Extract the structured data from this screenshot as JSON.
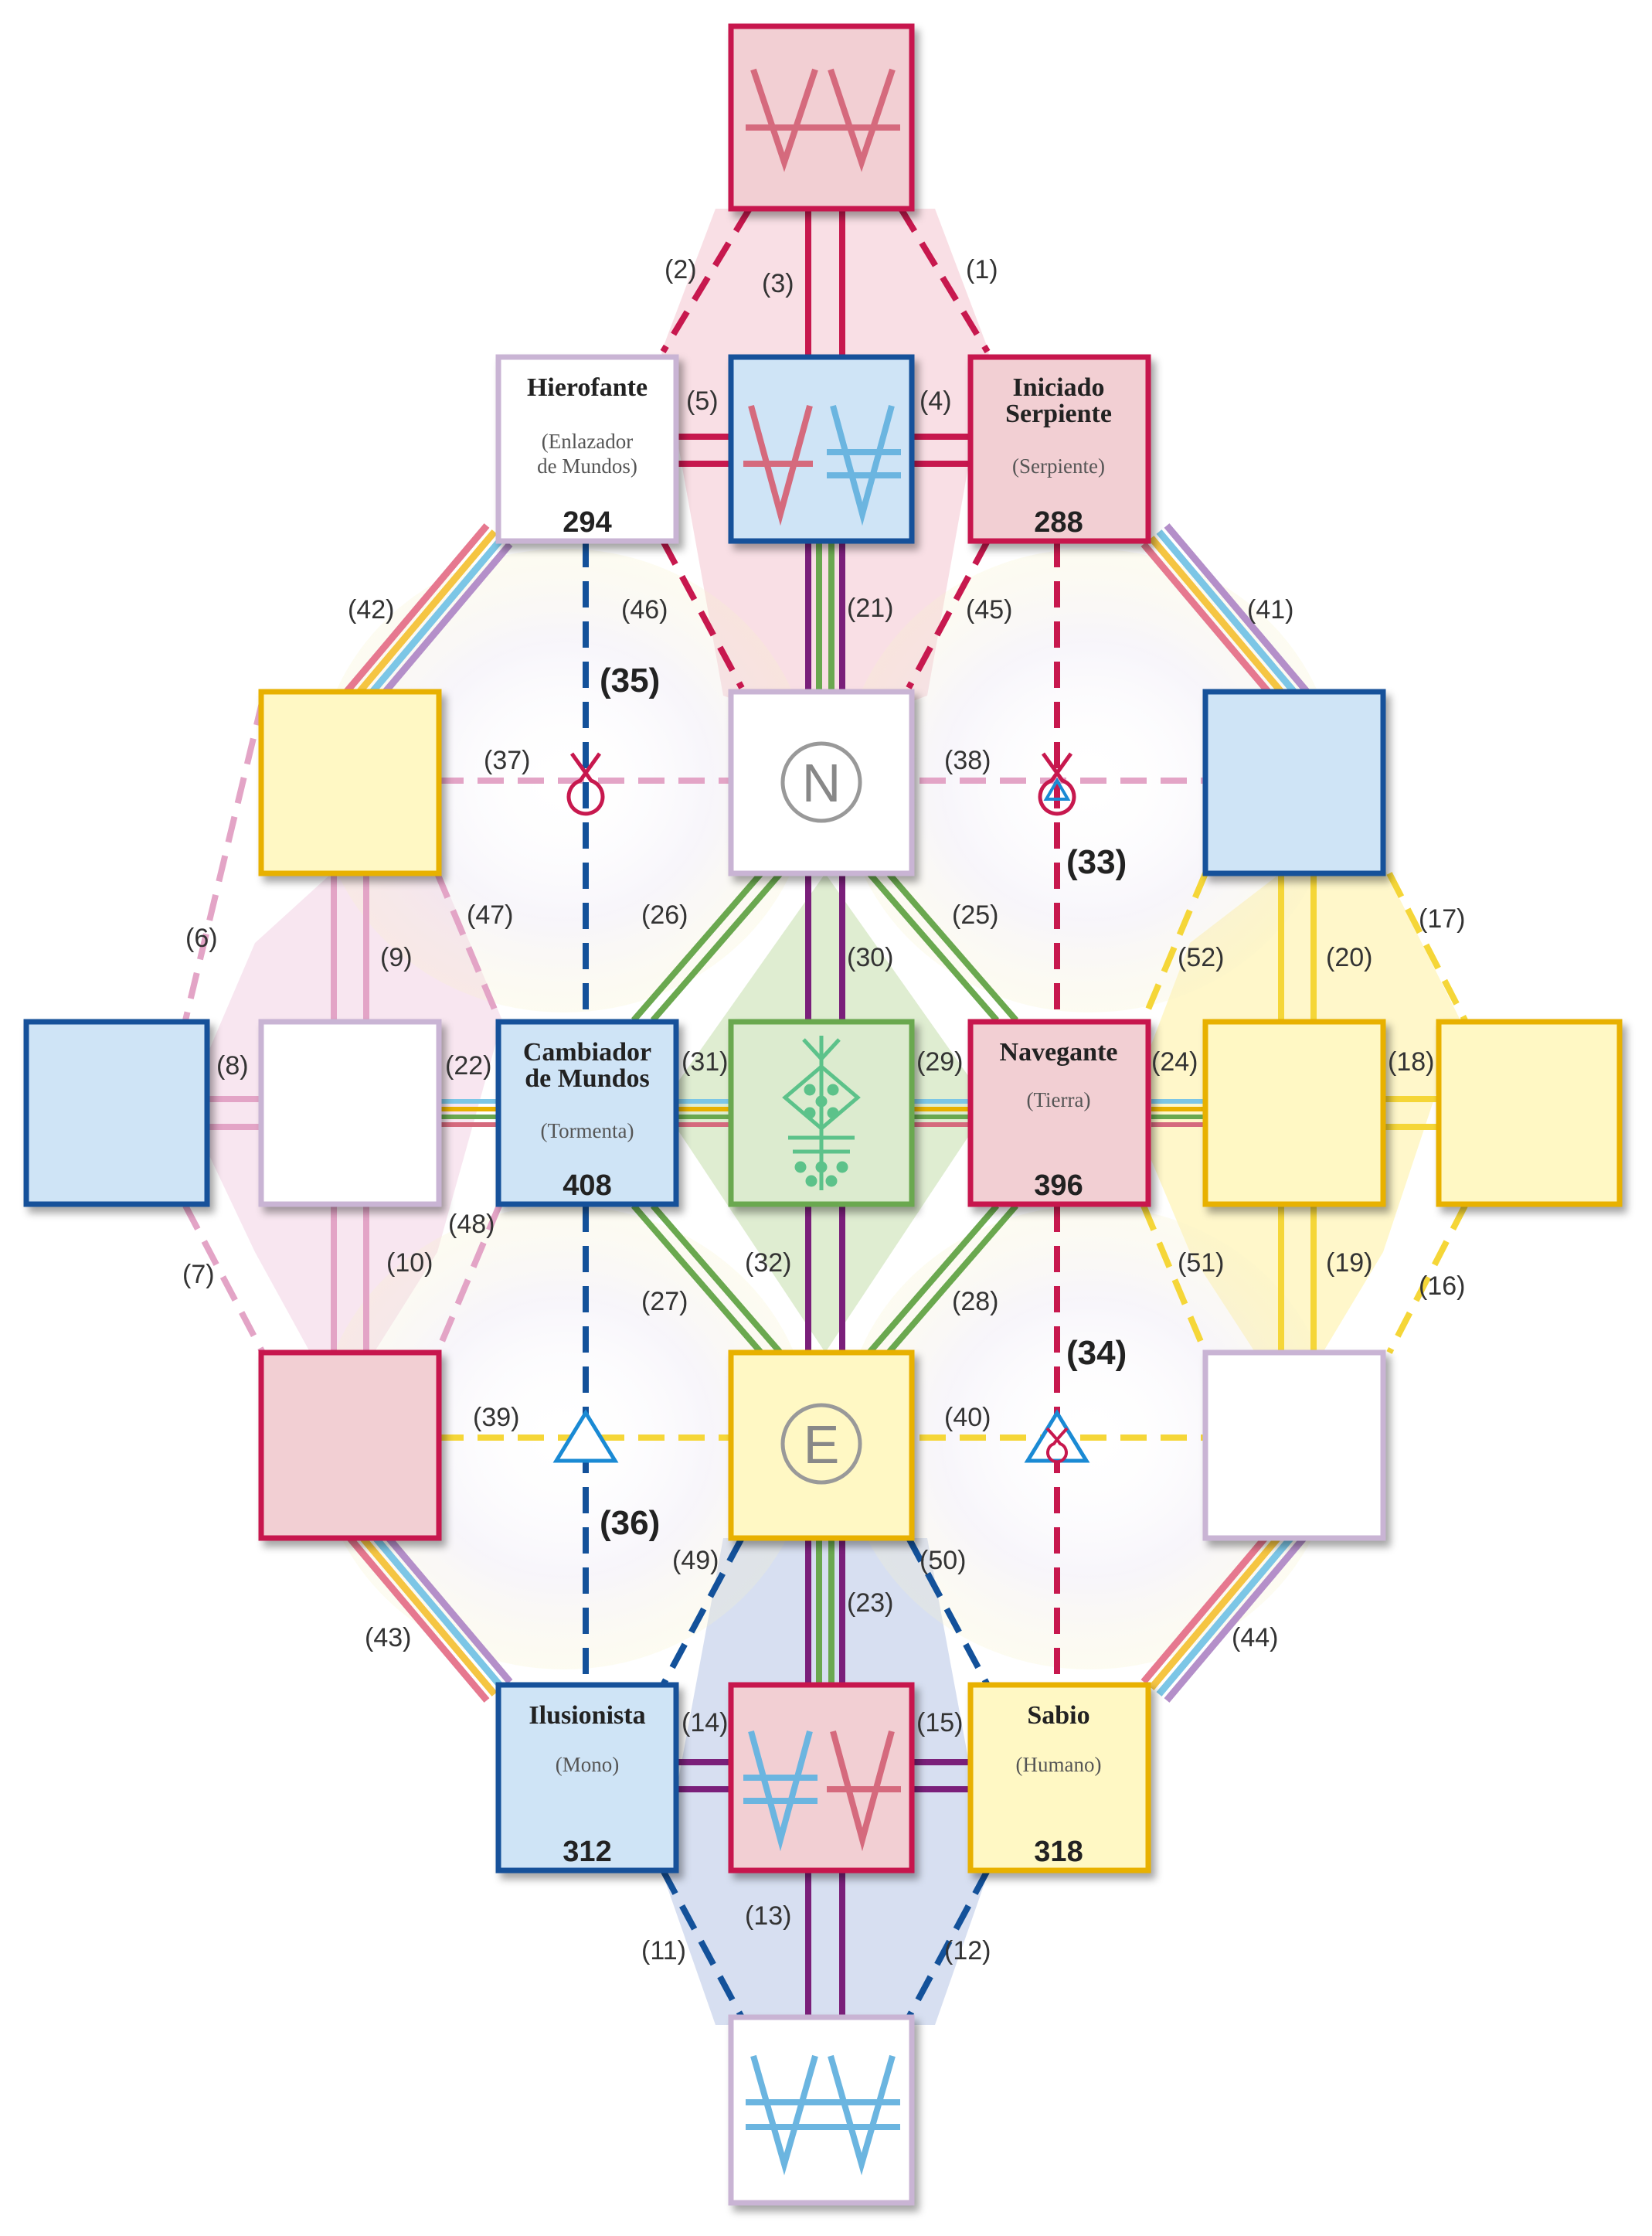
{
  "colors": {
    "red": "#c7184e",
    "red_fill": "#f2cfd3",
    "blue": "#13519a",
    "blue_fill": "#cfe4f6",
    "yellow": "#e8b100",
    "yellow_fill": "#fff8c4",
    "lilac": "#c9b4d4",
    "green": "#6aa84f",
    "green_fill": "#dcebcf",
    "purple": "#7a1f7a",
    "pink_dash": "#e3a4c6",
    "sky": "#6bb5e0",
    "rose": "#d56a7d"
  },
  "nodes": {
    "hierofante": {
      "title": "Hierofante",
      "sub1": "(Enlazador",
      "sub2": "de Mundos)",
      "number": "294"
    },
    "iniciado": {
      "title1": "Iniciado",
      "title2": "Serpiente",
      "sub": "(Serpiente)",
      "number": "288"
    },
    "cambiador": {
      "title1": "Cambiador",
      "title2": "de Mundos",
      "sub": "(Tormenta)",
      "number": "408"
    },
    "navegante": {
      "title": "Navegante",
      "sub": "(Tierra)",
      "number": "396"
    },
    "ilusionista": {
      "title": "Ilusionista",
      "sub": "(Mono)",
      "number": "312"
    },
    "sabio": {
      "title": "Sabio",
      "sub": "(Humano)",
      "number": "318"
    },
    "north": {
      "letter": "N"
    },
    "east": {
      "letter": "E"
    }
  },
  "labels": {
    "l1": "(1)",
    "l2": "(2)",
    "l3": "(3)",
    "l4": "(4)",
    "l5": "(5)",
    "l6": "(6)",
    "l7": "(7)",
    "l8": "(8)",
    "l9": "(9)",
    "l10": "(10)",
    "l11": "(11)",
    "l12": "(12)",
    "l13": "(13)",
    "l14": "(14)",
    "l15": "(15)",
    "l16": "(16)",
    "l17": "(17)",
    "l18": "(18)",
    "l19": "(19)",
    "l20": "(20)",
    "l21": "(21)",
    "l22": "(22)",
    "l23": "(23)",
    "l24": "(24)",
    "l25": "(25)",
    "l26": "(26)",
    "l27": "(27)",
    "l28": "(28)",
    "l29": "(29)",
    "l30": "(30)",
    "l31": "(31)",
    "l32": "(32)",
    "l33": "(33)",
    "l34": "(34)",
    "l35": "(35)",
    "l36": "(36)",
    "l37": "(37)",
    "l38": "(38)",
    "l39": "(39)",
    "l40": "(40)",
    "l41": "(41)",
    "l42": "(42)",
    "l43": "(43)",
    "l44": "(44)",
    "l45": "(45)",
    "l46": "(46)",
    "l47": "(47)",
    "l48": "(48)",
    "l49": "(49)",
    "l50": "(50)",
    "l51": "(51)",
    "l52": "(52)"
  }
}
